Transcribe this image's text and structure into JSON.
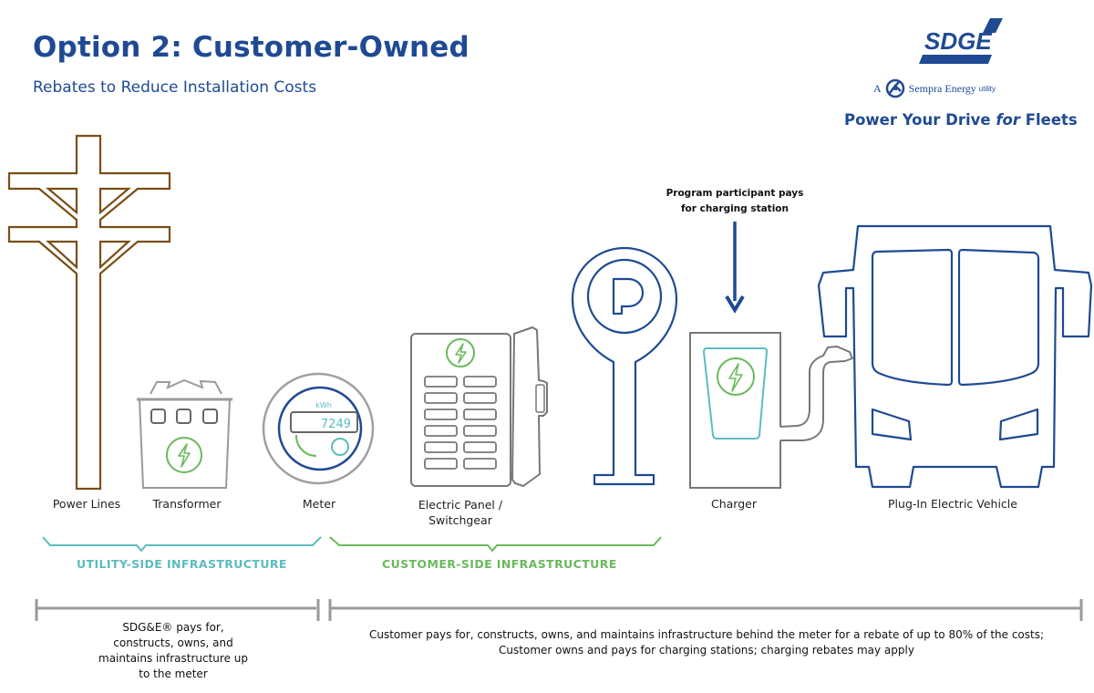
{
  "header": {
    "title": "Option 2: Customer-Owned",
    "subtitle": "Rebates to Reduce Installation Costs"
  },
  "brand": {
    "logo_text": "SDGE",
    "sempra_prefix": "A",
    "sempra_name": "Sempra Energy",
    "sempra_suffix": "utility",
    "sempra_mark": "®",
    "tagline_part1": "Power Your Drive ",
    "tagline_italic": "for",
    "tagline_part2": " Fleets"
  },
  "components": [
    {
      "id": "power-lines",
      "label": "Power Lines",
      "icon": "utility-pole-icon"
    },
    {
      "id": "transformer",
      "label": "Transformer",
      "icon": "transformer-icon"
    },
    {
      "id": "meter",
      "label": "Meter",
      "icon": "meter-icon",
      "unit": "kWh",
      "reading": "7249"
    },
    {
      "id": "electric-panel",
      "label_line1": "Electric Panel /",
      "label_line2": "Switchgear",
      "icon": "electric-panel-icon"
    },
    {
      "id": "parking",
      "label": "",
      "icon": "parking-sign-icon"
    },
    {
      "id": "charger",
      "label": "Charger",
      "icon": "charger-icon"
    },
    {
      "id": "vehicle",
      "label": "Plug-In Electric Vehicle",
      "icon": "electric-bus-icon"
    }
  ],
  "callout": {
    "line1": "Program participant pays",
    "line2": "for charging station"
  },
  "sections": {
    "utility": {
      "label": "UTILITY-SIDE INFRASTRUCTURE",
      "color": "#5bbcc0"
    },
    "customer": {
      "label": "CUSTOMER-SIDE INFRASTRUCTURE",
      "color": "#6ab95c"
    }
  },
  "responsibility": {
    "utility": {
      "line1": "SDG&E® pays for,",
      "line2": "constructs, owns, and",
      "line3": "maintains infrastructure up",
      "line4": "to the meter"
    },
    "customer": {
      "line1": "Customer pays for, constructs, owns, and maintains infrastructure behind the meter for a rebate of up to 80% of the costs;",
      "line2": "Customer owns and pays for charging stations; charging rebates may apply"
    }
  },
  "colors": {
    "brand_blue": "#1f4a93",
    "pole_brown": "#7a4e14",
    "gray": "#8a8a8a",
    "green": "#6ab95c",
    "teal": "#5bbcc0",
    "navy": "#1f4a93"
  }
}
